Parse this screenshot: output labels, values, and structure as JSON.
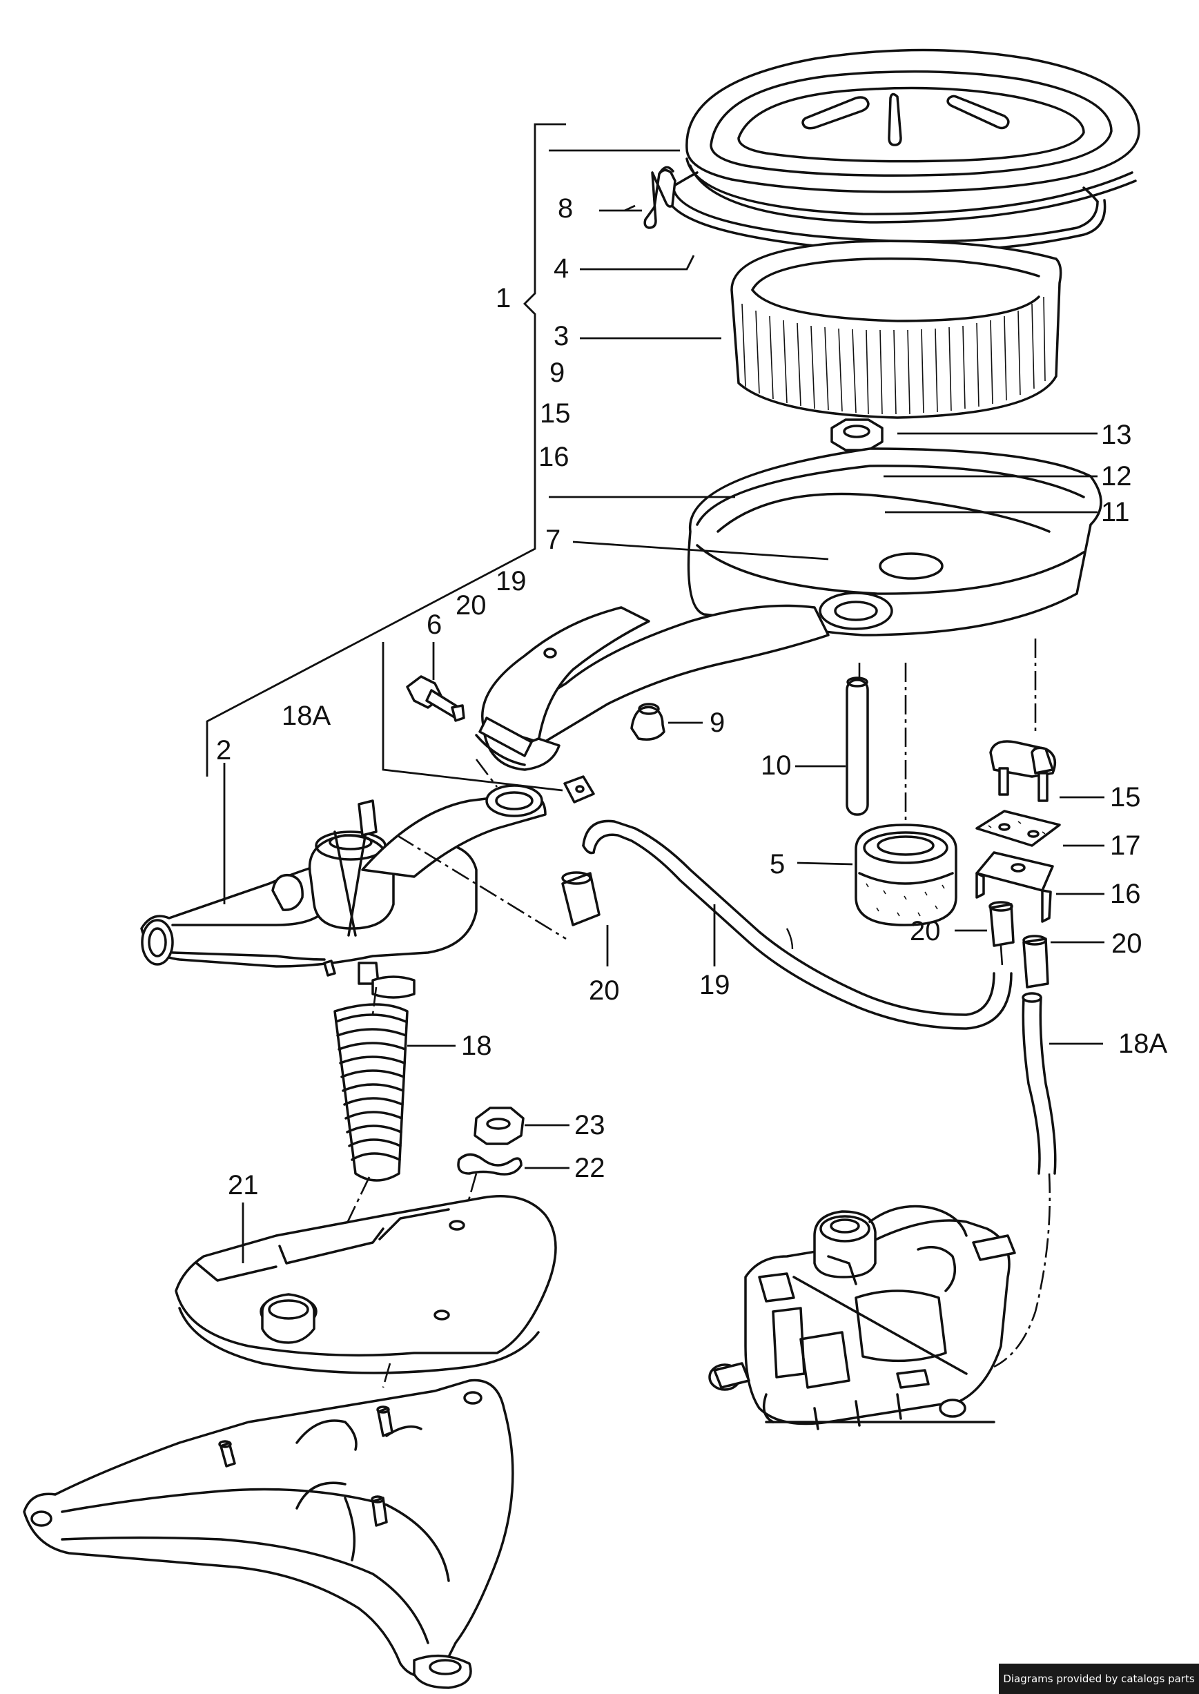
{
  "callouts": {
    "c1": "1",
    "c2": "2",
    "c3": "3",
    "c4": "4",
    "c5": "5",
    "c6": "6",
    "c7": "7",
    "c8": "8",
    "c9a": "9",
    "c9b": "9",
    "c10": "10",
    "c11": "11",
    "c12": "12",
    "c13": "13",
    "c15a": "15",
    "c15b": "15",
    "c16a": "16",
    "c16b": "16",
    "c17": "17",
    "c18": "18",
    "c18Aa": "18A",
    "c18Ab": "18A",
    "c19a": "19",
    "c19b": "19",
    "c20a": "20",
    "c20b": "20",
    "c20c": "20",
    "c20d": "20",
    "c21": "21",
    "c22": "22",
    "c23": "23"
  },
  "footer": {
    "credit": "Diagrams provided by catalogs parts"
  },
  "colors": {
    "ink": "#111111",
    "background": "#ffffff",
    "badge": "#1a1a1a"
  }
}
